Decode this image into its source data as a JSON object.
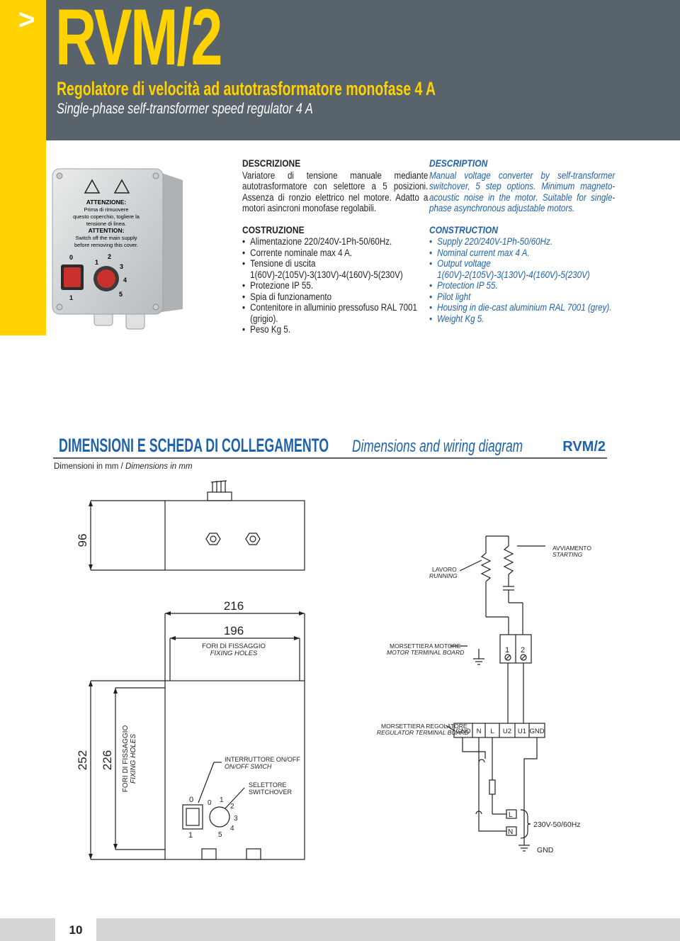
{
  "header": {
    "chevron": ">",
    "model": "RVM/2",
    "title_it": "Regolatore di velocità ad autotrasformatore monofase 4 A",
    "title_en": "Single-phase self-transformer speed regulator 4 A"
  },
  "photo_labels": {
    "warning_it_title": "ATTENZIONE:",
    "warning_it_line1": "Prima di rimuovere",
    "warning_it_line2": "questo coperchio, togliere la",
    "warning_it_line3": "tensione di linea.",
    "warning_en_title": "ATTENTION:",
    "warning_en_line1": "Switch off the main supply",
    "warning_en_line2": "before removing this cover.",
    "switch_0": "0",
    "switch_1": "1",
    "knob_1": "1",
    "knob_2": "2",
    "knob_3": "3",
    "knob_4": "4",
    "knob_5": "5"
  },
  "description_it": {
    "heading": "DESCRIZIONE",
    "text": "Variatore di tensione manuale mediante autotrasformatore con selettore a 5 posizioni. Assenza di ronzio elettrico nel motore. Adatto a motori asincroni monofase regolabili.",
    "construction_heading": "COSTRUZIONE",
    "items": [
      "Alimentazione 220/240V-1Ph-50/60Hz.",
      "Corrente nominale max 4 A.",
      "Tensione di uscita 1(60V)-2(105V)-3(130V)-4(160V)-5(230V)",
      "Protezione IP 55.",
      "Spia di funzionamento",
      "Contenitore in alluminio pressofuso RAL 7001 (grigio).",
      "Peso Kg 5."
    ]
  },
  "description_en": {
    "heading": "DESCRIPTION",
    "text": "Manual voltage converter by self-transformer switchover, 5 step options. Minimum magneto-acoustic noise in the motor. Suitable for single-phase asynchronous adjustable motors.",
    "construction_heading": "CONSTRUCTION",
    "items": [
      "Supply 220/240V-1Ph-50/60Hz.",
      "Nominal current max 4 A.",
      "Output voltage 1(60V)-2(105V)-3(130V)-4(160V)-5(230V)",
      "Protection IP 55.",
      "Pilot light",
      "Housing in die-cast aluminium RAL 7001 (grey).",
      "Weight Kg 5."
    ]
  },
  "section": {
    "title_it": "DIMENSIONI E SCHEDA DI COLLEGAMENTO",
    "title_en": "Dimensions and wiring diagram",
    "model": "RVM/2",
    "dims_note_it": "Dimensioni in mm /",
    "dims_note_en": "Dimensions in mm"
  },
  "drawing": {
    "dim_96": "96",
    "dim_216": "216",
    "dim_196": "196",
    "dim_252": "252",
    "dim_226": "226",
    "fixing_it": "FORI DI FISSAGGIO",
    "fixing_en": "FIXING HOLES",
    "switch_label_it": "INTERRUTTORE ON/OFF",
    "switch_label_en": "ON/OFF SWICH",
    "selector_label_it": "SELETTORE",
    "selector_label_en": "SWITCHOVER",
    "front_switch_0": "0",
    "front_switch_1": "1",
    "front_knob_0": "0",
    "front_knob_1": "1",
    "front_knob_2": "2",
    "front_knob_3": "3",
    "front_knob_4": "4",
    "front_knob_5": "5"
  },
  "wiring": {
    "starting_it": "AVVIAMENTO",
    "starting_en": "STARTING",
    "running_it": "LAVORO",
    "running_en": "RUNNING",
    "motor_board_it": "MORSETTIERA MOTORE",
    "motor_board_en": "MOTOR TERMINAL BOARD",
    "motor_terminal_1": "1",
    "motor_terminal_2": "2",
    "regulator_board_it": "MORSETTIERA REGOLATORE",
    "regulator_board_en": "REGULATOR TERMINAL BOARD",
    "regulator_terminals": [
      "GND",
      "N",
      "L",
      "U2",
      "U1",
      "GND"
    ],
    "supply_l": "L",
    "supply_n": "N",
    "supply": "230V-50/60Hz",
    "ground": "GND"
  },
  "footer": {
    "page_number": "10"
  },
  "colors": {
    "header_grey": "#58636b",
    "accent_yellow": "#ffd200",
    "text_blue": "#1e62ab"
  }
}
